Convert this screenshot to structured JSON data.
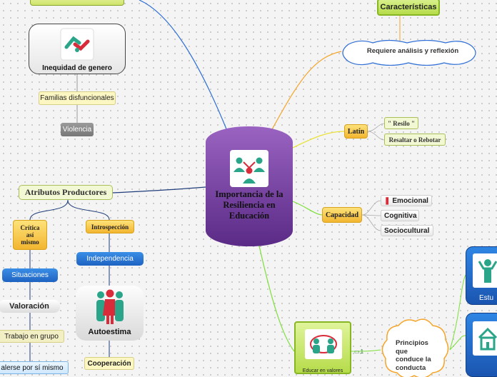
{
  "center": {
    "title": "Importancia de la Resiliencia  en Educación",
    "icon": "team-icon"
  },
  "topics": {
    "caracteristicas": "Características",
    "requiere": "Requiere análisis y reflexión",
    "latin": "Latín",
    "resilo": "\" Resilo \"",
    "resaltar": "Resaltar  o Rebotar",
    "capacidad": "Capacidad",
    "emocional": "Emocional",
    "cognitiva": "Cognitiva",
    "sociocultural": "Sociocultural",
    "inequidad": "Inequidad de genero",
    "familias": "Familias disfuncionales",
    "violencia": "Violencia",
    "atributos": "Atributos Productores",
    "critica_1": "Crítica",
    "critica_2": "así",
    "critica_3": "mismo",
    "introspeccion": "Introspección",
    "independencia": "Independencia",
    "situaciones": "Situaciones",
    "valoracion": "Valoración",
    "trabajo": "Trabajo en grupo",
    "valerse": "alerse por sí mismo",
    "autoestima": "Autoestima",
    "cooperacion": "Cooperación",
    "educar": "Educar en valores",
    "comment": "1",
    "principios_1": "Principios",
    "principios_2": "que",
    "principios_3": "conduce la",
    "principios_4": "conducta",
    "estudiantes": "Estu"
  },
  "icons": {
    "handshake": "handshake-icon",
    "people": "people-icon",
    "group": "group-icon",
    "student": "student-icon",
    "school": "school-icon",
    "heart": "heart-icon",
    "comment": "comment-icon"
  },
  "colors": {
    "center_top": "#8e55b5",
    "center_bottom": "#5e2e8a",
    "link_blue": "#2f6fd6",
    "link_orange": "#f4a52a",
    "link_yellow": "#e9e23a",
    "link_green": "#7dde3a",
    "link_navy": "#1f3d7a"
  }
}
